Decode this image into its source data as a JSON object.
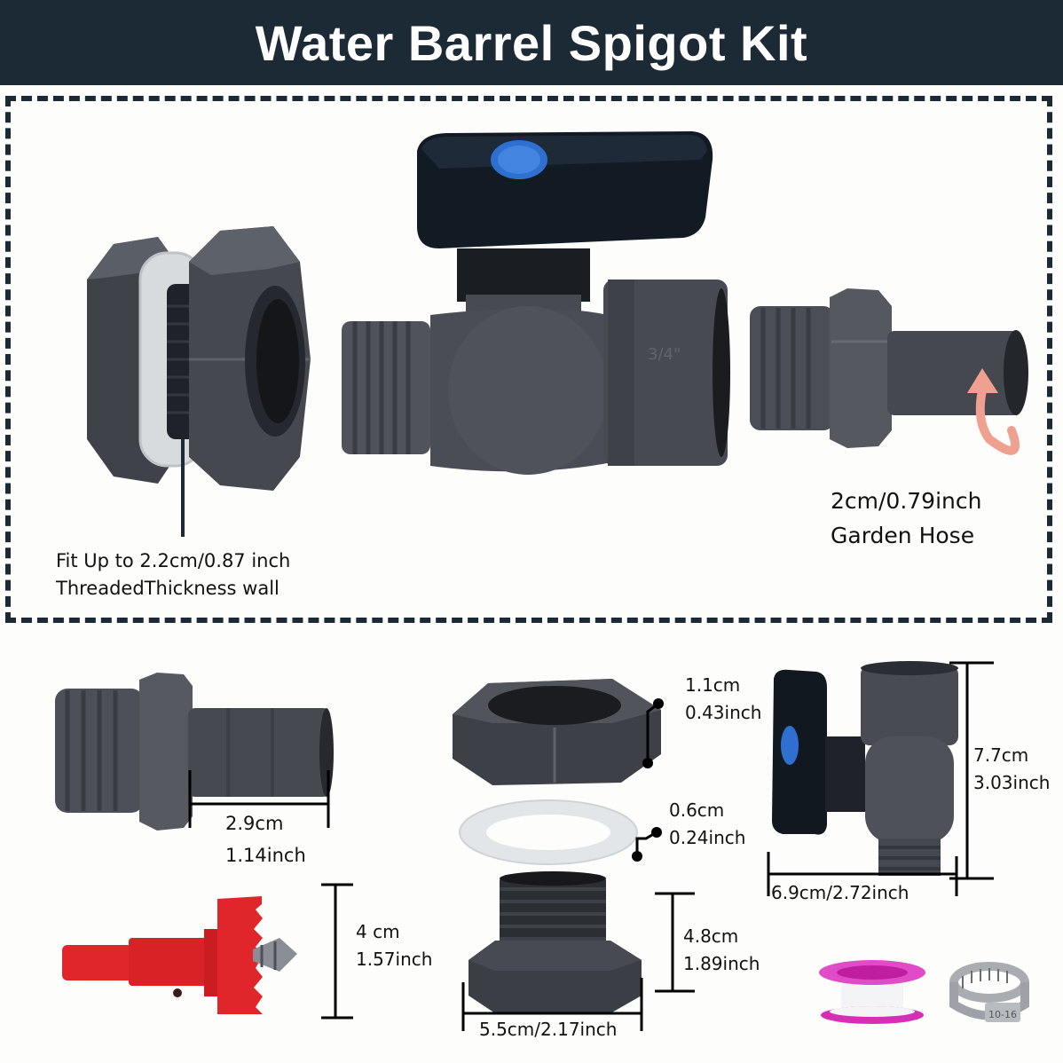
{
  "header": {
    "title": "Water Barrel Spigot Kit"
  },
  "top_section": {
    "bulkhead_fitting": {
      "caption_line1": "Fit Up to 2.2cm/0.87 inch",
      "caption_line2": "ThreadedThickness wall"
    },
    "ball_valve": {
      "thread_marking": "3/4\""
    },
    "hose_adapter": {
      "caption_line1": "2cm/0.79inch",
      "caption_line2": "Garden Hose"
    }
  },
  "bottom_section": {
    "hose_barb_adapter": {
      "dim_line1": "2.9cm",
      "dim_line2": "1.14inch"
    },
    "lock_nut": {
      "dim_line1": "1.1cm",
      "dim_line2": "0.43inch"
    },
    "washer": {
      "dim_line1": "0.6cm",
      "dim_line2": "0.24inch"
    },
    "spigot_valve": {
      "height_line1": "7.7cm",
      "height_line2": "3.03inch",
      "width_label": "6.9cm/2.72inch"
    },
    "hole_saw": {
      "dim_line1": "4 cm",
      "dim_line2": "1.57inch"
    },
    "threaded_bulkhead": {
      "height_line1": "4.8cm",
      "height_line2": "1.89inch",
      "width_label": "5.5cm/2.17inch"
    },
    "accessories": {
      "teflon_tape": "ptfe-tape-icon",
      "hose_clamp": "hose-clamp-icon",
      "clamp_marking": "10-16"
    }
  },
  "colors": {
    "banner": "#1b2a35",
    "plastic_gray": "#4a4d55",
    "handle_black": "#111820",
    "handle_blue_cap": "#2f6fd0",
    "hole_saw_red": "#e0262a",
    "tape_pink": "#d42fb5",
    "arrow_pink": "#f0a090"
  }
}
